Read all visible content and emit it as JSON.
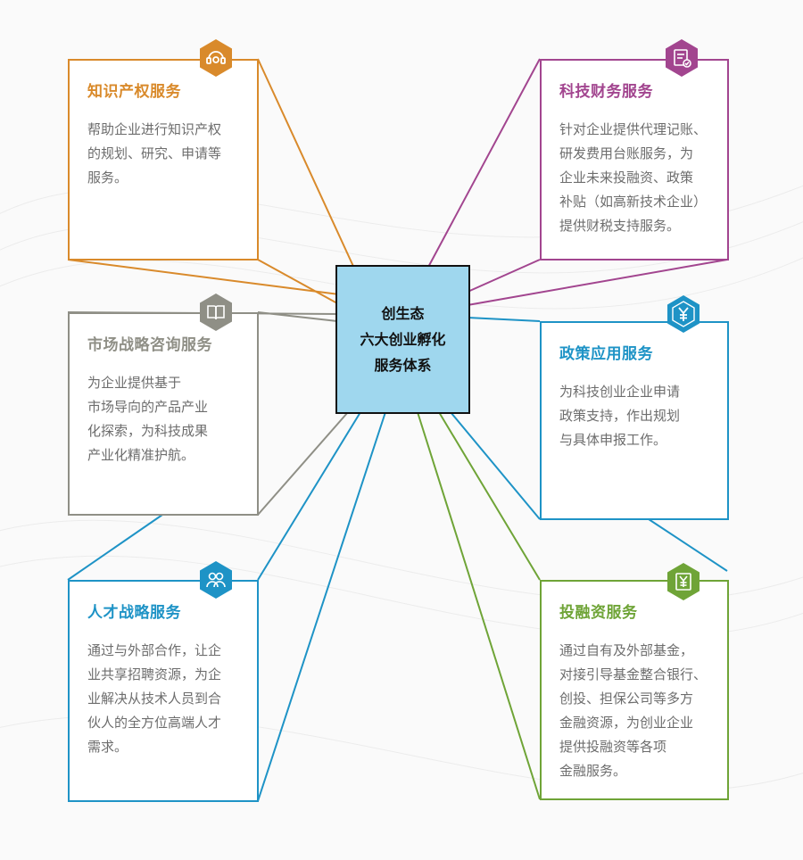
{
  "center": {
    "lines": [
      "创生态",
      "六大创业孵化",
      "服务体系"
    ]
  },
  "colors": {
    "ip": "#d98a2b",
    "finance": "#a2458f",
    "market": "#8f8f86",
    "policy": "#1e93c6",
    "talent": "#1e93c6",
    "investment": "#6fa437"
  },
  "cards": {
    "ip": {
      "title": "知识产权服务",
      "icon": "headset-icon",
      "lines": [
        "帮助企业进行知识产权",
        "的规划、研究、申请等",
        "服务。"
      ]
    },
    "finance": {
      "title": "科技财务服务",
      "icon": "invoice-check-icon",
      "lines": [
        "针对企业提供代理记账、",
        "研发费用台账服务，为",
        "企业未来投融资、政策",
        "补贴（如高新技术企业）",
        "提供财税支持服务。"
      ]
    },
    "market": {
      "title": "市场战略咨询服务",
      "icon": "book-icon",
      "lines": [
        "为企业提供基于",
        "市场导向的产品产业",
        "化探索，为科技成果",
        "产业化精准护航。"
      ]
    },
    "policy": {
      "title": "政策应用服务",
      "icon": "yen-icon",
      "lines": [
        "为科技创业企业申请",
        "政策支持，作出规划",
        "与具体申报工作。"
      ]
    },
    "talent": {
      "title": "人才战略服务",
      "icon": "people-icon",
      "lines": [
        "通过与外部合作，让企",
        "业共享招聘资源，为企",
        "业解决从技术人员到合",
        "伙人的全方位高端人才",
        "需求。"
      ]
    },
    "investment": {
      "title": "投融资服务",
      "icon": "yen-document-icon",
      "lines": [
        "通过自有及外部基金，",
        "对接引导基金整合银行、",
        "创投、担保公司等多方",
        "金融资源，为创业企业",
        "提供投融资等各项",
        "金融服务。"
      ]
    }
  }
}
